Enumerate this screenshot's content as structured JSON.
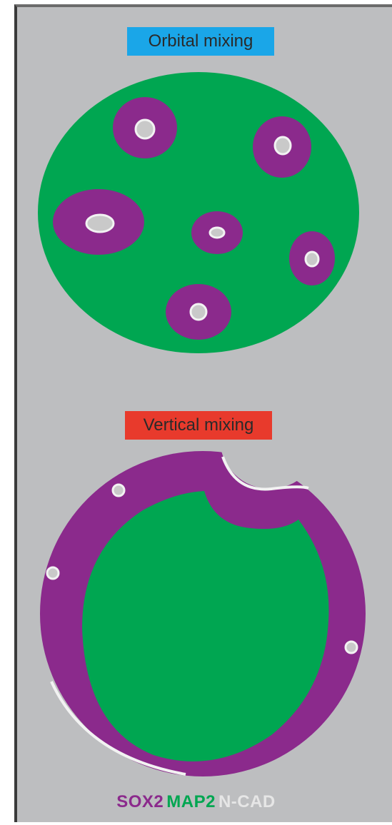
{
  "labels": {
    "orbital": "Orbital mixing",
    "vertical": "Vertical mixing"
  },
  "legend": {
    "sox2": "SOX2",
    "map2": "MAP2",
    "ncad": "N-CAD"
  },
  "colors": {
    "background": "#bdbec0",
    "sox2": "#8b2a8c",
    "map2": "#00a651",
    "ncad": "#e6e6e6",
    "orbital_label_bg": "#1aa6e8",
    "vertical_label_bg": "#e83a2c"
  }
}
